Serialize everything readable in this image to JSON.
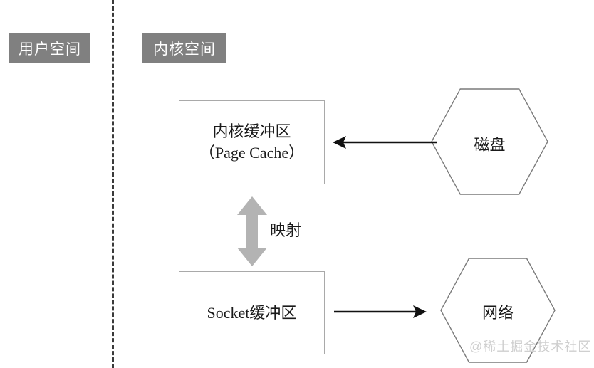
{
  "diagram": {
    "divider": {
      "name": "user-kernel-divider",
      "style": "dashed"
    },
    "spaces": [
      {
        "id": "user-space",
        "label": "用户空间",
        "color": "#808080"
      },
      {
        "id": "kernel-space",
        "label": "内核空间",
        "color": "#808080"
      }
    ],
    "boxes": [
      {
        "id": "kernel-buffer",
        "lines": [
          "内核缓冲区",
          "（Page Cache）"
        ],
        "border_color": "#a9a9a9"
      },
      {
        "id": "socket-buffer",
        "lines": [
          "Socket缓冲区"
        ],
        "border_color": "#a9a9a9"
      }
    ],
    "hexagons": [
      {
        "id": "disk",
        "label": "磁盘",
        "border_color": "#7a7a7a"
      },
      {
        "id": "network",
        "label": "网络",
        "border_color": "#7a7a7a"
      }
    ],
    "arrows": [
      {
        "id": "disk-to-kernel-buffer",
        "direction": "left",
        "color": "#111111",
        "label": ""
      },
      {
        "id": "socket-to-network",
        "direction": "right",
        "color": "#111111",
        "label": ""
      },
      {
        "id": "mapping",
        "direction": "both",
        "color": "#b0b0b0",
        "label": "映射"
      }
    ],
    "watermark": "@稀土掘金技术社区"
  }
}
